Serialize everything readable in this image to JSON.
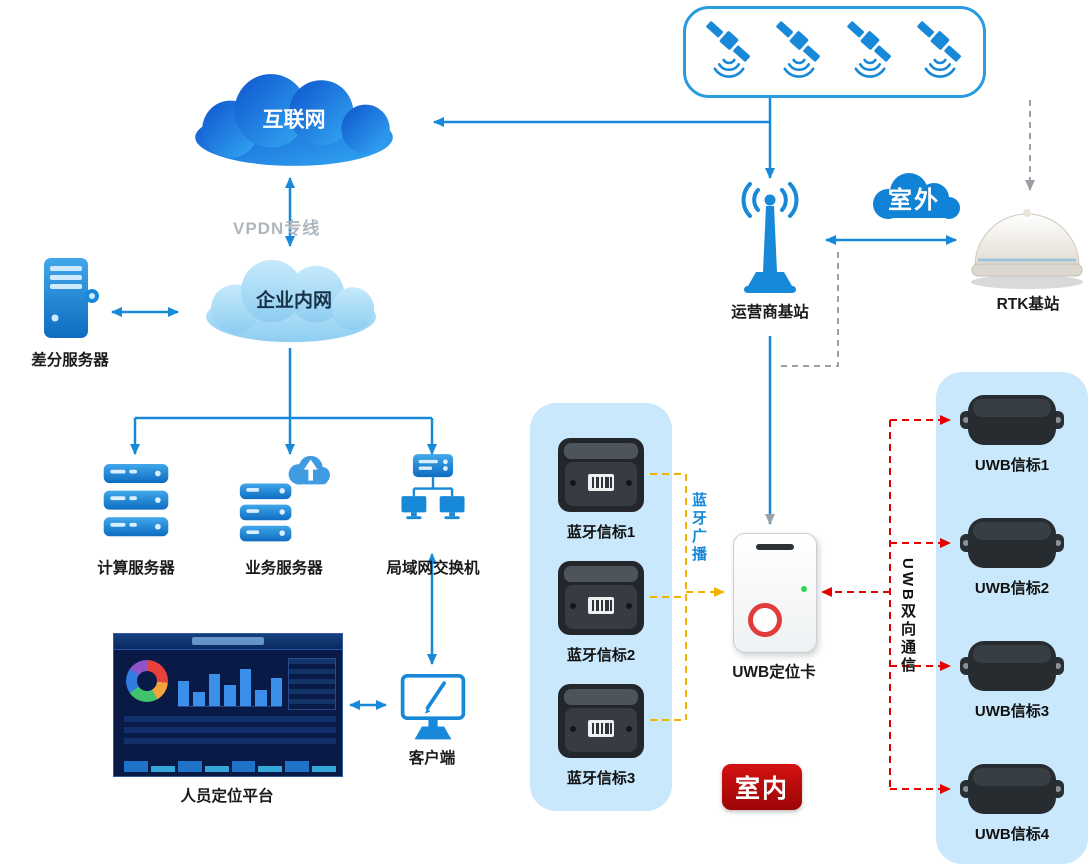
{
  "clouds": {
    "internet": "互联网",
    "intranet": "企业内网"
  },
  "labels": {
    "vpdn": "VPDN专线",
    "diff_server": "差分服务器",
    "compute_server": "计算服务器",
    "business_server": "业务服务器",
    "lan_switch": "局域网交换机",
    "client": "客户端",
    "platform": "人员定位平台",
    "carrier_station": "运营商基站",
    "rtk_station": "RTK基站",
    "uwb_card": "UWB定位卡",
    "bt_broadcast": "蓝牙广播",
    "uwb_comm": "UWB双向通信",
    "outdoor": "室外",
    "indoor": "室内"
  },
  "bt_beacons": [
    {
      "label": "蓝牙信标1"
    },
    {
      "label": "蓝牙信标2"
    },
    {
      "label": "蓝牙信标3"
    }
  ],
  "uwb_beacons": [
    {
      "label": "UWB信标1"
    },
    {
      "label": "UWB信标2"
    },
    {
      "label": "UWB信标3"
    },
    {
      "label": "UWB信标4"
    }
  ],
  "icons": {
    "satellite": "satellite-icon",
    "internet": "internet-cloud-icon",
    "intranet": "intranet-cloud-icon",
    "diff_server": "tower-server-icon",
    "compute_server": "server-stack-icon",
    "business_server": "cloud-server-icon",
    "lan_switch": "network-switch-icon",
    "client": "monitor-icon",
    "platform": "dashboard-thumbnail",
    "carrier_station": "antenna-tower-icon",
    "rtk_station": "gnss-dome-icon",
    "bt_beacon": "bluetooth-beacon-icon",
    "uwb_beacon": "uwb-beacon-icon",
    "uwb_card": "uwb-tag-icon"
  },
  "colors": {
    "line_blue": "#1789d8",
    "container_blue": "#c9e8fb",
    "red_dashed": "#e60000",
    "yellow_dashed": "#f0b400",
    "gray_dashed": "#9aa0a6",
    "indoor_badge": "#b80808",
    "outdoor_badge": "#1789d8"
  }
}
